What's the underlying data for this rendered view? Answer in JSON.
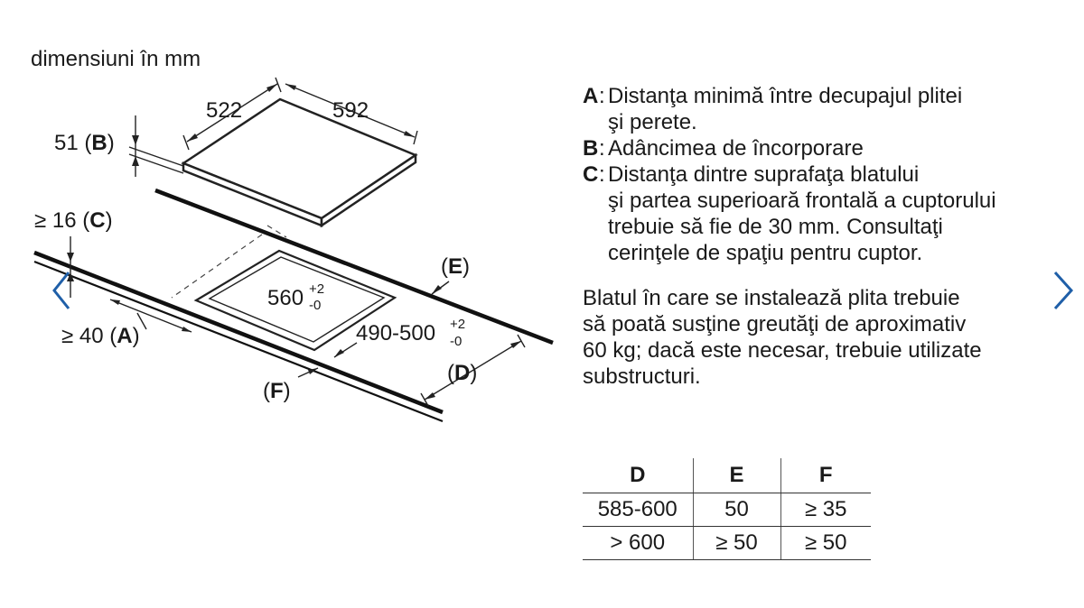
{
  "units_label": "dimensiuni în mm",
  "diagram": {
    "width": "522",
    "length": "592",
    "depth": "51",
    "depth_key": "B",
    "min_16": "≥ 16",
    "min_16_key": "C",
    "min_40": "≥ 40",
    "min_40_key": "A",
    "cutout_1": "560",
    "cutout_2": "490-500",
    "tol_plus": "+2",
    "tol_minus": "-0",
    "label_E": "E",
    "label_D": "D",
    "label_F": "F"
  },
  "legend": [
    {
      "key": "A",
      "text": "Distanţa minimă între decupajul plitei\nşi perete."
    },
    {
      "key": "B",
      "text": "Adâncimea de încorporare"
    },
    {
      "key": "C",
      "text": "Distanţa dintre suprafaţa blatului\nşi partea superioară frontală a cuptorului\ntrebuie să fie de 30 mm. Consultaţi\ncerinţele de spaţiu pentru cuptor."
    }
  ],
  "note": "Blatul în care se instalează plita trebuie\nsă poată susţine greutăţi de aproximativ\n60 kg; dacă este necesar, trebuie utilizate\nsubstructuri.",
  "table": {
    "headers": [
      "D",
      "E",
      "F"
    ],
    "rows": [
      [
        "585-600",
        "50",
        "≥ 35"
      ],
      [
        "> 600",
        "≥ 50",
        "≥ 50"
      ]
    ]
  },
  "colors": {
    "nav": "#1f5fa8",
    "ink": "#1a1a1a"
  },
  "icons": {
    "prev": "chevron-left-icon",
    "next": "chevron-right-icon"
  }
}
